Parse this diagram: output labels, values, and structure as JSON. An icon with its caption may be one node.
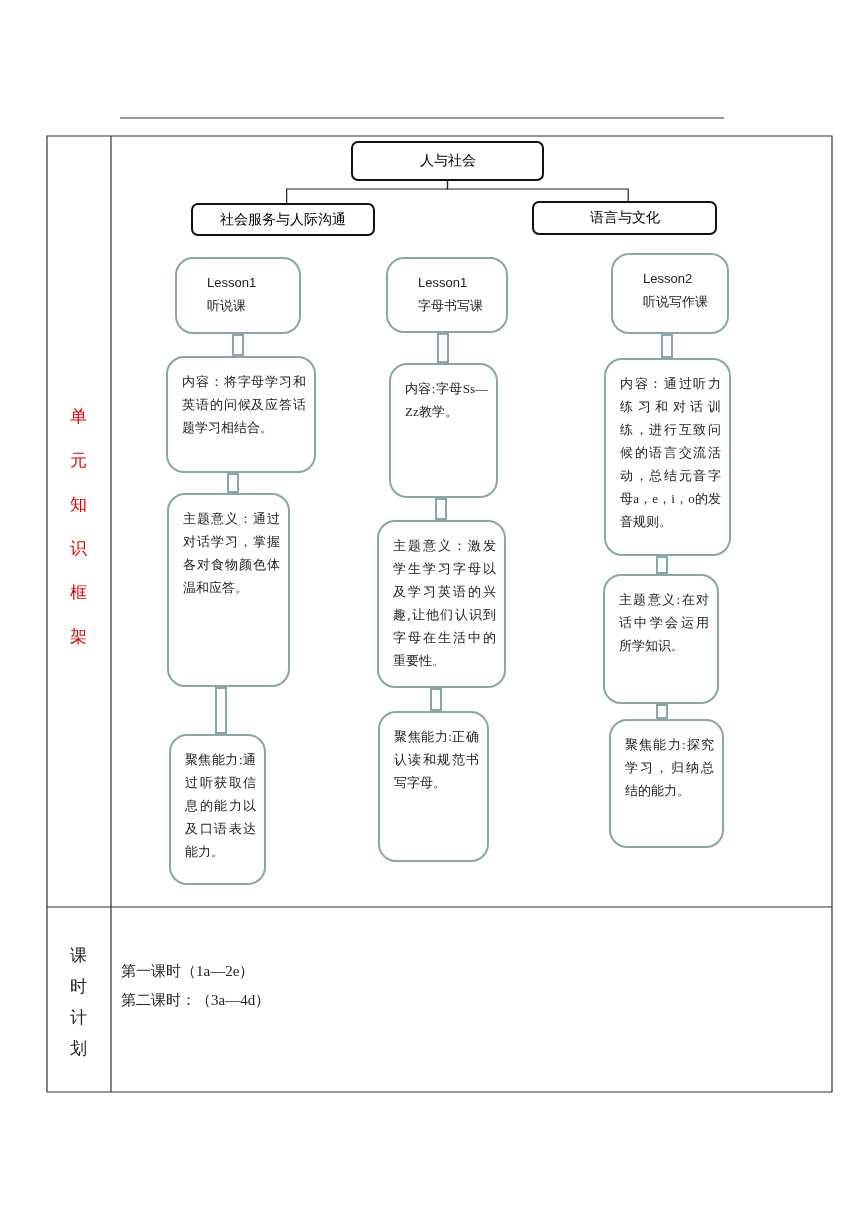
{
  "diagram": {
    "nodes": [
      {
        "text": [
          "人与社会"
        ]
      },
      {
        "text": [
          "社会服务与人际沟通"
        ]
      },
      {
        "text": [
          "语言与文化"
        ]
      },
      {
        "text": [
          "Lesson1",
          "听说课"
        ]
      },
      {
        "text": [
          "内容：将字母学习和英语的问候及应答话题学习相结合。"
        ]
      },
      {
        "text": [
          "主题意义：通过对话学习，掌握各对食物颜色体温和应答。"
        ]
      },
      {
        "text": [
          "聚焦能力:通过听获取信息的能力以及口语表达能力。"
        ]
      },
      {
        "text": [
          "Lesson1",
          "字母书写课"
        ]
      },
      {
        "text": [
          "内容:字母Ss—Zz教学。"
        ]
      },
      {
        "text": [
          "主题意义：激发学生学习字母以及学习英语的兴趣,让他们认识到字母在生活中的重要性。"
        ]
      },
      {
        "text": [
          "聚焦能力:正确认读和规范书写字母。"
        ]
      },
      {
        "text": [
          "Lesson2",
          "听说写作课"
        ]
      },
      {
        "text": [
          "内容：通过听力练习和对话训练，进行互致问候的语言交流活动，总结元音字母a，e，i，o的发音规则。"
        ]
      },
      {
        "text": [
          "主题意义:在对话中学会运用所学知识。"
        ]
      },
      {
        "text": [
          "聚焦能力:探究学习，归纳总结的能力。"
        ]
      }
    ],
    "edges": [
      {
        "from": 0,
        "to": 1,
        "arrow": "none"
      },
      {
        "from": 0,
        "to": 2,
        "arrow": "none"
      },
      {
        "from": 3,
        "to": 4,
        "arrow": "none"
      },
      {
        "from": 4,
        "to": 5,
        "arrow": "none"
      },
      {
        "from": 5,
        "to": 6,
        "arrow": "none"
      },
      {
        "from": 7,
        "to": 8,
        "arrow": "none"
      },
      {
        "from": 8,
        "to": 9,
        "arrow": "none"
      },
      {
        "from": 9,
        "to": 10,
        "arrow": "none"
      },
      {
        "from": 11,
        "to": 12,
        "arrow": "none"
      },
      {
        "from": 12,
        "to": 13,
        "arrow": "none"
      },
      {
        "from": 13,
        "to": 14,
        "arrow": "none"
      }
    ],
    "labels": [
      "单元知识框架",
      "课时计划",
      "第一课时（1a—2e）",
      "第二课时：（3a—4d）"
    ]
  }
}
